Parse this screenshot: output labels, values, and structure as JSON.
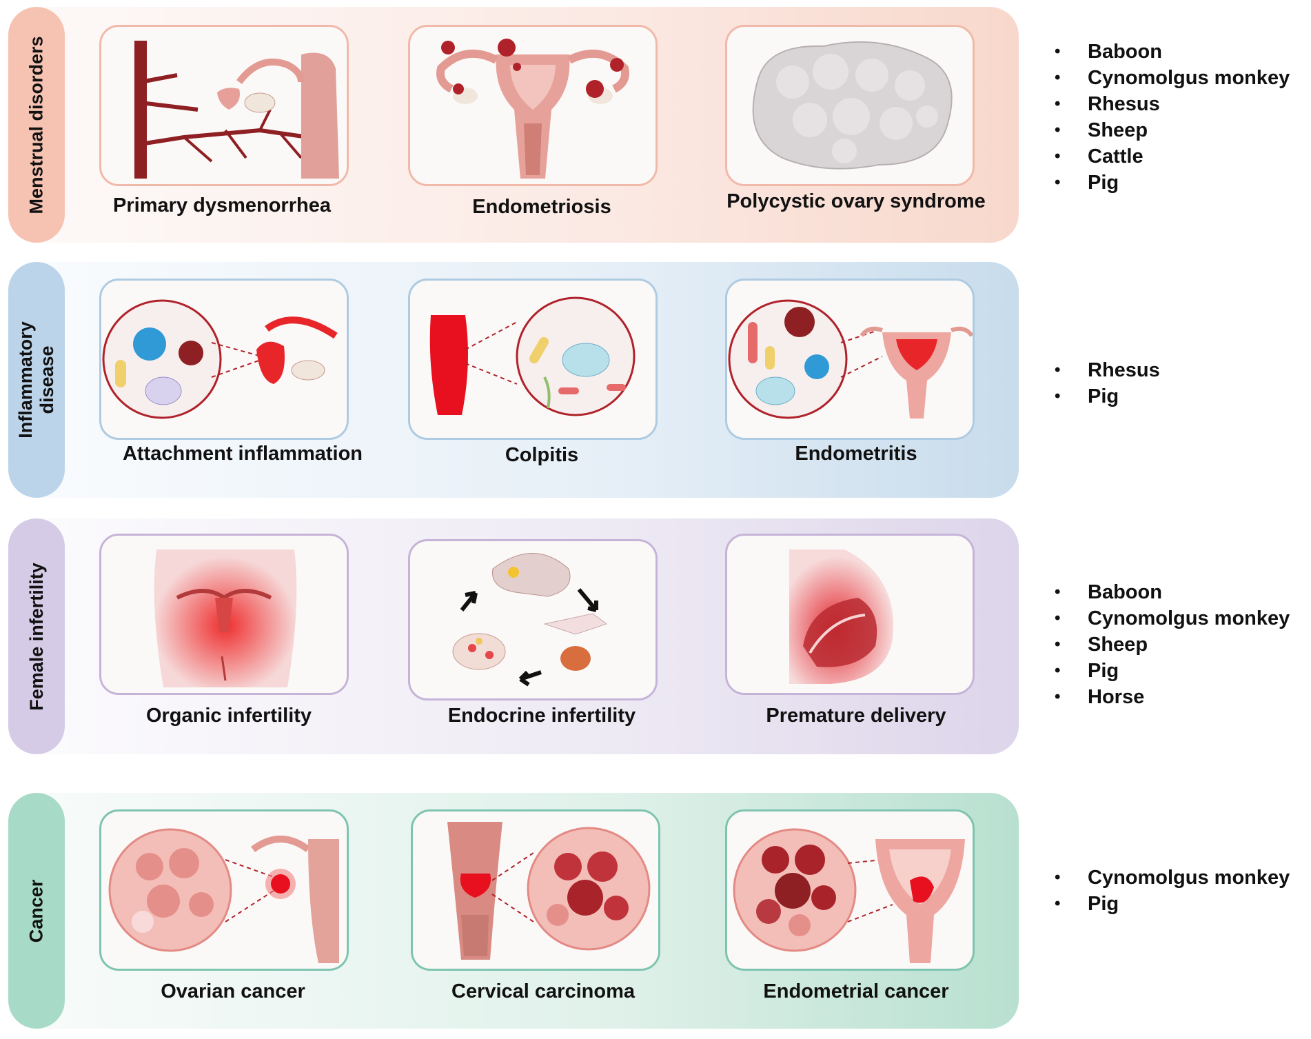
{
  "categories": [
    {
      "label": "Menstrual disorders",
      "diseases": [
        "Primary dysmenorrhea",
        "Endometriosis",
        "Polycystic ovary syndrome"
      ],
      "species": [
        "Baboon",
        "Cynomolgus monkey",
        "Rhesus",
        "Sheep",
        "Cattle",
        "Pig"
      ]
    },
    {
      "label": "Inflammatory disease",
      "label_lines": [
        "Inflammatory",
        "disease"
      ],
      "diseases": [
        "Attachment inflammation",
        "Colpitis",
        "Endometritis"
      ],
      "species": [
        "Rhesus",
        "Pig"
      ]
    },
    {
      "label": "Female infertility",
      "diseases": [
        "Organic infertility",
        "Endocrine infertility",
        "Premature delivery"
      ],
      "species": [
        "Baboon",
        "Cynomolgus monkey",
        "Sheep",
        "Pig",
        "Horse"
      ]
    },
    {
      "label": "Cancer",
      "diseases": [
        "Ovarian cancer",
        "Cervical carcinoma",
        "Endometrial cancer"
      ],
      "species": [
        "Cynomolgus monkey",
        "Pig"
      ]
    }
  ],
  "colors": {
    "menstrual": "#f6c3b3",
    "inflammatory": "#bcd4ea",
    "infertility": "#d5cbe6",
    "cancer": "#a8dbc7",
    "tissue": "#e8a49a",
    "lesion": "#b0222a"
  }
}
